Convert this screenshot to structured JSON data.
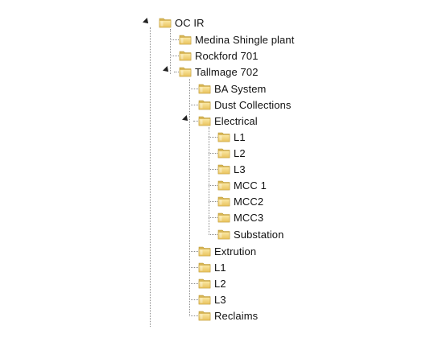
{
  "tree": {
    "root": {
      "label": "OC IR",
      "expanded": true,
      "icon": "folder-icon"
    },
    "plants": [
      {
        "label": "Medina Shingle plant",
        "icon": "folder-icon"
      },
      {
        "label": "Rockford 701",
        "icon": "folder-icon"
      },
      {
        "label": "Tallmage 702",
        "icon": "folder-icon",
        "expanded": true
      }
    ],
    "tallmage_children": [
      {
        "label": "BA System",
        "icon": "folder-icon"
      },
      {
        "label": "Dust Collections",
        "icon": "folder-icon"
      },
      {
        "label": "Electrical",
        "icon": "folder-icon",
        "expanded": true
      },
      {
        "label": "Extrution",
        "icon": "folder-icon"
      },
      {
        "label": "L1",
        "icon": "folder-icon"
      },
      {
        "label": "L2",
        "icon": "folder-icon"
      },
      {
        "label": "L3",
        "icon": "folder-icon"
      },
      {
        "label": "Reclaims",
        "icon": "folder-icon"
      }
    ],
    "electrical_children": [
      {
        "label": "L1",
        "icon": "folder-icon"
      },
      {
        "label": "L2",
        "icon": "folder-icon"
      },
      {
        "label": "L3",
        "icon": "folder-icon"
      },
      {
        "label": "MCC 1",
        "icon": "folder-icon"
      },
      {
        "label": "MCC2",
        "icon": "folder-icon"
      },
      {
        "label": "MCC3",
        "icon": "folder-icon"
      },
      {
        "label": "Substation",
        "icon": "folder-icon"
      }
    ]
  },
  "colors": {
    "folder_fill": "#f3d98a",
    "folder_dark": "#d9b654",
    "line": "#8a8a8a"
  }
}
